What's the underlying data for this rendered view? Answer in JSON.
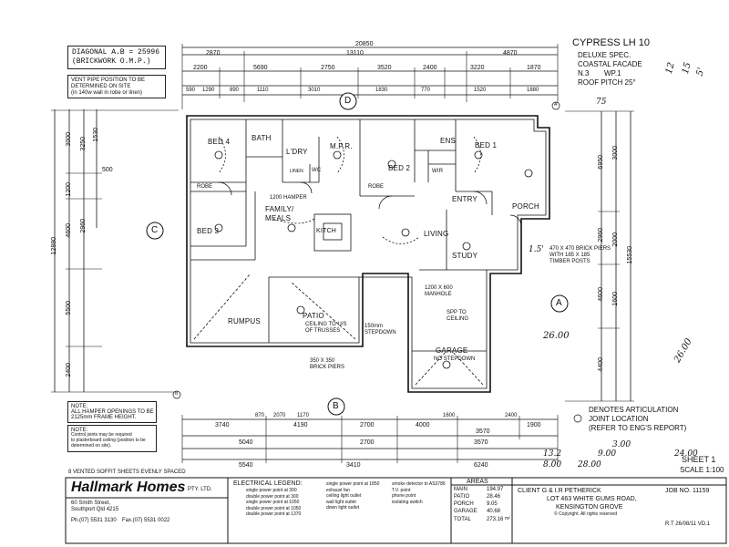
{
  "title_block": {
    "model": "CYPRESS LH 10",
    "specs": [
      "DELUXE SPEC.",
      "COASTAL FACADE",
      "N.3",
      "WP.1",
      "ROOF PITCH 25°"
    ],
    "sheet": "SHEET 1",
    "scale": "SCALE 1:100",
    "job_no": "JOB NO. 11159",
    "client": "CLIENT G & I.R PETHERICK",
    "lot": "LOT 463 WHITE GUMS ROAD,",
    "suburb": "KENSINGTON GROVE",
    "revision": "R.T 26/08/11 VD.1",
    "copyright": "© Copyright. All rights reserved"
  },
  "company": {
    "name": "Hallmark Homes",
    "suffix": "PTY. LTD.",
    "address1": "60 Smith Street,",
    "address2": "Southport Qld 4215",
    "phone": "Ph.(07) 5531 3130",
    "fax": "Fax.(07) 5531 0022"
  },
  "areas": {
    "heading": "AREAS",
    "rows": [
      {
        "label": "MAIN",
        "value": "194.97"
      },
      {
        "label": "PATIO",
        "value": "28.46"
      },
      {
        "label": "PORCH",
        "value": "9.05"
      },
      {
        "label": "GARAGE",
        "value": "40.68"
      },
      {
        "label": "TOTAL",
        "value": "273.16"
      }
    ],
    "unit": "m²"
  },
  "legend": {
    "heading": "ELECTRICAL LEGEND:",
    "col1": [
      "single power point at 300",
      "double power point at 300",
      "single power point at 1050",
      "double power point at 1050",
      "double power point at 1370"
    ],
    "col2": [
      "single power point at 1850",
      "exhaust fan",
      "ceiling light outlet",
      "wall light outlet",
      "down light outlet"
    ],
    "col3": [
      "smoke detector to AS3786",
      "T.V. point",
      "phone point",
      "isolating switch"
    ]
  },
  "notes": {
    "diagonal_line1": "DIAGONAL A.B = 25996",
    "diagonal_line2": "(BRICKWORK O.M.P.)",
    "vent_note": [
      "VENT PIPE POSITION TO BE",
      "DETERMINED ON SITE",
      "(in 140w wall in robe or linen)"
    ],
    "hamper_note": [
      "NOTE:",
      "ALL HAMPER OPENINGS TO BE",
      "2125mm FRAME HEIGHT."
    ],
    "control_note": [
      "NOTE:",
      "Control joints may be required",
      "to plasterboard ceiling (position to be",
      "determined on site)."
    ],
    "soffit_note": "8 VENTED SOFFIT SHEETS EVENLY SPACED",
    "articulation": [
      "DENOTES ARTICULATION",
      "JOINT LOCATION",
      "(REFER TO ENG'S REPORT)"
    ],
    "brick_piers": [
      "470 X 470 BRICK PIERS",
      "WITH 185 X 185",
      "TIMBER POSTS"
    ],
    "patio_piers": [
      "350 X 350",
      "BRICK PIERS"
    ],
    "ceiling_note": [
      "CEILING TO U/S",
      "OF TRUSSES"
    ],
    "patio_stepdown": [
      "150mm",
      "STEPDOWN"
    ],
    "manhole": [
      "1200 X 600",
      "MANHOLE"
    ],
    "spp": [
      "SPP TO",
      "CEILING"
    ],
    "garage_step": "NO STEPDOWN"
  },
  "rooms": {
    "bed4": "BED 4",
    "bath": "BATH",
    "ldry": "L'DRY",
    "mpr": "M.P.R.",
    "wc": "WC",
    "bed2": "BED 2",
    "ens": "ENS",
    "bed1": "BED 1",
    "wir": "WIR",
    "entry": "ENTRY",
    "porch": "PORCH",
    "family": "FAMILY/",
    "meals": "MEALS",
    "bed3": "BED 3",
    "kitchen": "KITCH",
    "living": "LIVING",
    "study": "STUDY",
    "rumpus": "RUMPUS",
    "patio": "PATIO",
    "garage": "GARAGE",
    "robe": "ROBE",
    "linen": "LINEN",
    "hamper": "1200 HAMPER"
  },
  "elevation_markers": [
    "D",
    "C",
    "B",
    "A"
  ],
  "corner_labels": [
    "A",
    "B"
  ],
  "dimensions": {
    "top_overall": "20850",
    "top_row1": [
      "2870",
      "13110",
      "4870"
    ],
    "top_row2": [
      "2200",
      "5690",
      "2750",
      "3520",
      "2400",
      "3220",
      "1870"
    ],
    "top_row3": [
      "590",
      "1290",
      "890",
      "1110",
      "3010",
      "1830",
      "770",
      "1520",
      "1880"
    ],
    "bottom_row1": [
      "3740",
      "4190",
      "2700",
      "4000",
      "3570",
      "1900"
    ],
    "bottom_row2": [
      "5540",
      "3410",
      "6240"
    ],
    "bottom_row3": [
      "5040",
      "2700",
      "3570"
    ],
    "bottom_misc": [
      "2070",
      "1170",
      "870",
      "1600",
      "2400"
    ],
    "left_overall": "12880",
    "left_row": [
      "3000",
      "1200",
      "4600",
      "5500",
      "2400"
    ],
    "left_row2": [
      "3250",
      "2960",
      "1530",
      "500"
    ],
    "right_overall": "15530",
    "right_row": [
      "6950",
      "2960",
      "4600",
      "4400"
    ],
    "right_row2": [
      "3000",
      "2000",
      "1600"
    ]
  },
  "handwritten": [
    "12",
    "15",
    "5'",
    "26.00",
    "26.00",
    "75",
    "3.00",
    "13.2",
    "28.00",
    "8.00",
    "9.00",
    "24.00",
    "1.5'"
  ]
}
